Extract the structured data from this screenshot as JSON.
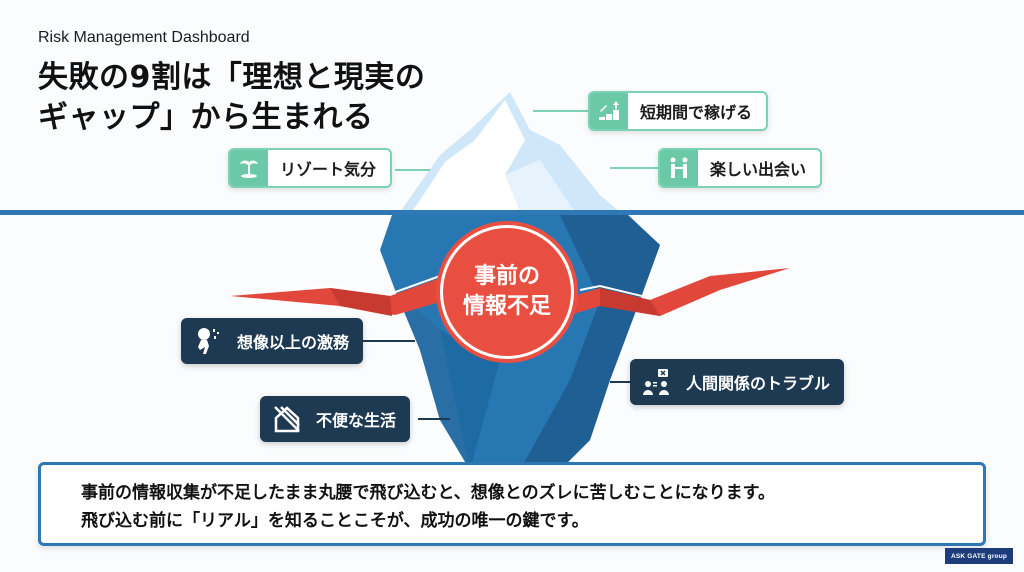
{
  "header": {
    "subtitle": "Risk Management Dashboard",
    "title_line1": "失敗の9割は「理想と現実の",
    "title_line2": "ギャップ」から生まれる"
  },
  "ideals": [
    {
      "label": "短期間で稼げる",
      "icon": "money-growth-icon"
    },
    {
      "label": "リゾート気分",
      "icon": "palm-tree-icon"
    },
    {
      "label": "楽しい出会い",
      "icon": "handshake-people-icon"
    }
  ],
  "center_badge": {
    "line1": "事前の",
    "line2": "情報不足"
  },
  "realities": [
    {
      "label": "想像以上の激務",
      "icon": "overworked-person-icon"
    },
    {
      "label": "不便な生活",
      "icon": "broken-house-icon"
    },
    {
      "label": "人間関係のトラブル",
      "icon": "conflict-people-icon"
    }
  ],
  "message": {
    "line1": "事前の情報収集が不足したまま丸腰で飛び込むと、想像とのズレに苦しむことになります。",
    "line2": "飛び込む前に「リアル」を知ることこそが、成功の唯一の鍵です。"
  },
  "footer": {
    "logo": "ASK GATE group"
  },
  "colors": {
    "water": "#2e79b5",
    "ideal_accent": "#6cc9a8",
    "reality_bg": "#1d3a52",
    "badge": "#e94f41",
    "iceberg_top": "#cde6f7",
    "iceberg_bottom": "#2474b0"
  }
}
